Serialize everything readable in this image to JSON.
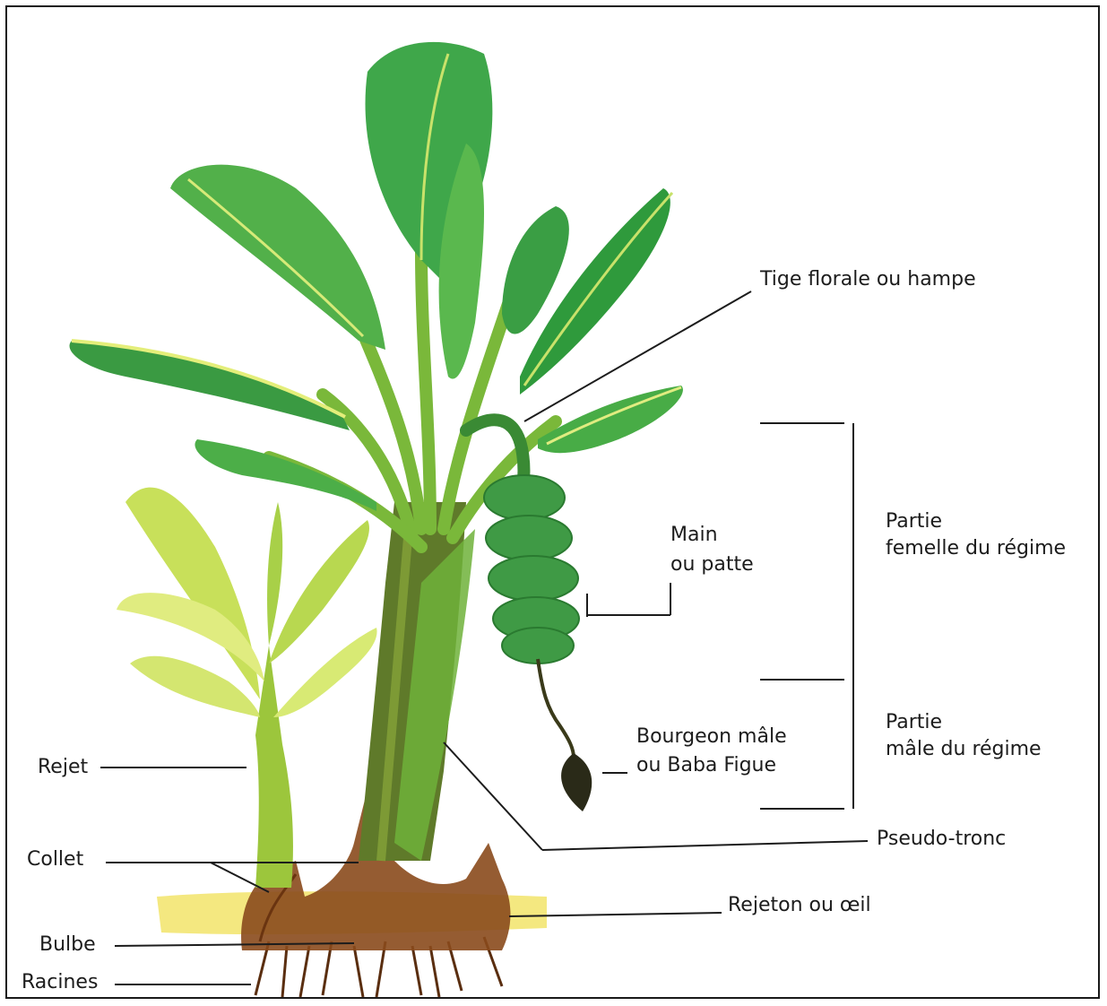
{
  "labels": {
    "tige_florale": "Tige florale ou hampe",
    "main_line1": "Main",
    "main_line2": "ou patte",
    "partie_femelle_line1": "Partie",
    "partie_femelle_line2": "femelle du régime",
    "partie_male_line1": "Partie",
    "partie_male_line2": "mâle du régime",
    "bourgeon_line1": "Bourgeon mâle",
    "bourgeon_line2": "ou Baba Figue",
    "rejet": "Rejet",
    "collet": "Collet",
    "pseudo_tronc": "Pseudo-tronc",
    "rejeton": "Rejeton ou œil",
    "bulbe": "Bulbe",
    "racines": "Racines"
  },
  "colors": {
    "leaf_dark": "#2f9a3c",
    "leaf_light": "#b8dc4a",
    "leaf_yellow": "#e4ee7a",
    "trunk": "#5f7a2a",
    "bulb": "#8a4a1c",
    "ground": "#f2e46a",
    "banana": "#3f9a45",
    "line": "#1c1c1c"
  }
}
